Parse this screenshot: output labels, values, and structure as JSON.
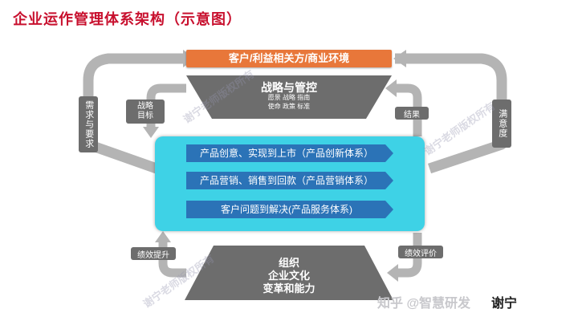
{
  "title": "企业运作管理体系架构（示意图）",
  "top_bar": "客户/利益相关方/商业环境",
  "strategy": {
    "title": "战略与管控",
    "sub_line1": "愿景 战略 指南",
    "sub_line2": "使命 政策 标准"
  },
  "labels": {
    "needs": "需求与要求",
    "strategy_goals": "战略目标",
    "results": "结果",
    "satisfaction": "满意度",
    "perf_improve": "绩效提升",
    "perf_eval": "绩效评价"
  },
  "processes": [
    "产品创意、实现到上市（产品创新体系）",
    "产品营销、销售到回款（产品营销体系）",
    "客户问题到解决(产品服务体系)"
  ],
  "org": {
    "line1": "组织",
    "line2": "企业文化",
    "line3": "变革和能力"
  },
  "watermark": {
    "w1": "谢宁老师版权所有",
    "w2": "谢宁老师版权所有",
    "w3": "谢宁老师版权所有"
  },
  "footer": {
    "zhihu": "知乎 @智慧研发",
    "author": "谢宁"
  },
  "colors": {
    "accent_red": "#c8102e",
    "orange": "#e8773a",
    "gray": "#6d6d6d",
    "cyan": "#3ed2e6",
    "process_blue": "#2b73b7"
  }
}
